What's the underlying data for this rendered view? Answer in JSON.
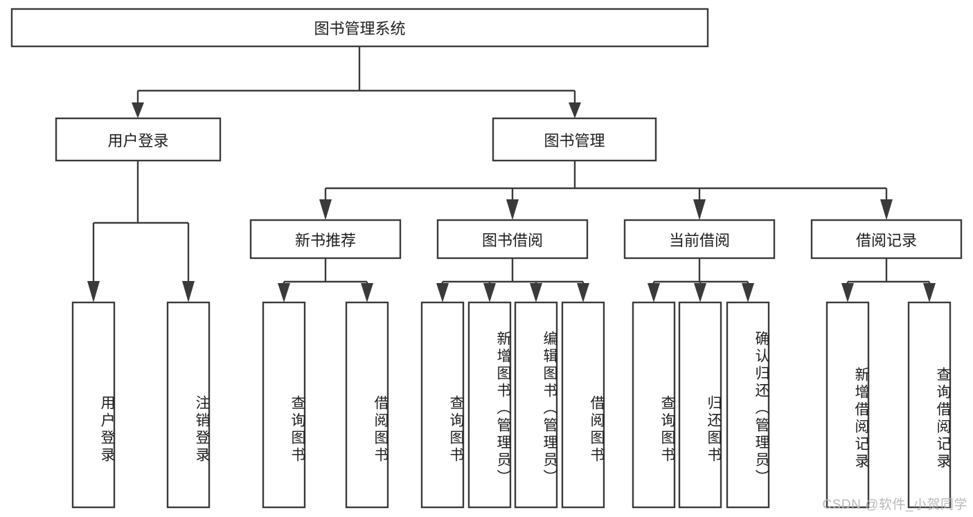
{
  "diagram": {
    "type": "hierarchy-tree",
    "title": "图书管理系统",
    "watermark": "CSDN @软件_小贺同学",
    "colors": {
      "stroke": "#3a3a3a",
      "fill": "#ffffff",
      "text": "#1d1d1d",
      "watermark": "#b9b9b9",
      "background": "#ffffff"
    },
    "levels": {
      "root": "图书管理系统",
      "level2": [
        "用户登录",
        "图书管理"
      ],
      "level3": [
        "新书推荐",
        "图书借阅",
        "当前借阅",
        "借阅记录"
      ]
    },
    "nodes": {
      "root": {
        "label": "图书管理系统",
        "orientation": "horizontal"
      },
      "user_login": {
        "label": "用户登录",
        "orientation": "horizontal"
      },
      "book_manage": {
        "label": "图书管理",
        "orientation": "horizontal"
      },
      "new_book_rec": {
        "label": "新书推荐",
        "orientation": "horizontal"
      },
      "book_borrow": {
        "label": "图书借阅",
        "orientation": "horizontal"
      },
      "current_borrow": {
        "label": "当前借阅",
        "orientation": "horizontal"
      },
      "borrow_record": {
        "label": "借阅记录",
        "orientation": "horizontal"
      },
      "leaf_user_login": {
        "label": "用户登录",
        "orientation": "vertical"
      },
      "leaf_logout": {
        "label": "注销登录",
        "orientation": "vertical"
      },
      "leaf_query_book_1": {
        "label": "查询图书",
        "orientation": "vertical"
      },
      "leaf_borrow_book_1": {
        "label": "借阅图书",
        "orientation": "vertical"
      },
      "leaf_query_book_2": {
        "label": "查询图书",
        "orientation": "vertical"
      },
      "leaf_add_book": {
        "label": "新增图书（管理员）",
        "orientation": "vertical"
      },
      "leaf_edit_book": {
        "label": "编辑图书（管理员）",
        "orientation": "vertical"
      },
      "leaf_borrow_book_2": {
        "label": "借阅图书",
        "orientation": "vertical"
      },
      "leaf_query_book_3": {
        "label": "查询图书",
        "orientation": "vertical"
      },
      "leaf_return_book": {
        "label": "归还图书",
        "orientation": "vertical"
      },
      "leaf_confirm_return": {
        "label": "确认归还（管理员）",
        "orientation": "vertical"
      },
      "leaf_add_record": {
        "label": "新增借阅记录",
        "orientation": "vertical"
      },
      "leaf_query_record": {
        "label": "查询借阅记录",
        "orientation": "vertical"
      }
    },
    "edges": [
      {
        "from": "root",
        "to": "user_login"
      },
      {
        "from": "root",
        "to": "book_manage"
      },
      {
        "from": "user_login",
        "to": "leaf_user_login"
      },
      {
        "from": "user_login",
        "to": "leaf_logout"
      },
      {
        "from": "book_manage",
        "to": "new_book_rec"
      },
      {
        "from": "book_manage",
        "to": "book_borrow"
      },
      {
        "from": "book_manage",
        "to": "current_borrow"
      },
      {
        "from": "book_manage",
        "to": "borrow_record"
      },
      {
        "from": "new_book_rec",
        "to": "leaf_query_book_1"
      },
      {
        "from": "new_book_rec",
        "to": "leaf_borrow_book_1"
      },
      {
        "from": "book_borrow",
        "to": "leaf_query_book_2"
      },
      {
        "from": "book_borrow",
        "to": "leaf_add_book"
      },
      {
        "from": "book_borrow",
        "to": "leaf_edit_book"
      },
      {
        "from": "book_borrow",
        "to": "leaf_borrow_book_2"
      },
      {
        "from": "current_borrow",
        "to": "leaf_query_book_3"
      },
      {
        "from": "current_borrow",
        "to": "leaf_return_book"
      },
      {
        "from": "current_borrow",
        "to": "leaf_confirm_return"
      },
      {
        "from": "borrow_record",
        "to": "leaf_add_record"
      },
      {
        "from": "borrow_record",
        "to": "leaf_query_record"
      }
    ]
  }
}
